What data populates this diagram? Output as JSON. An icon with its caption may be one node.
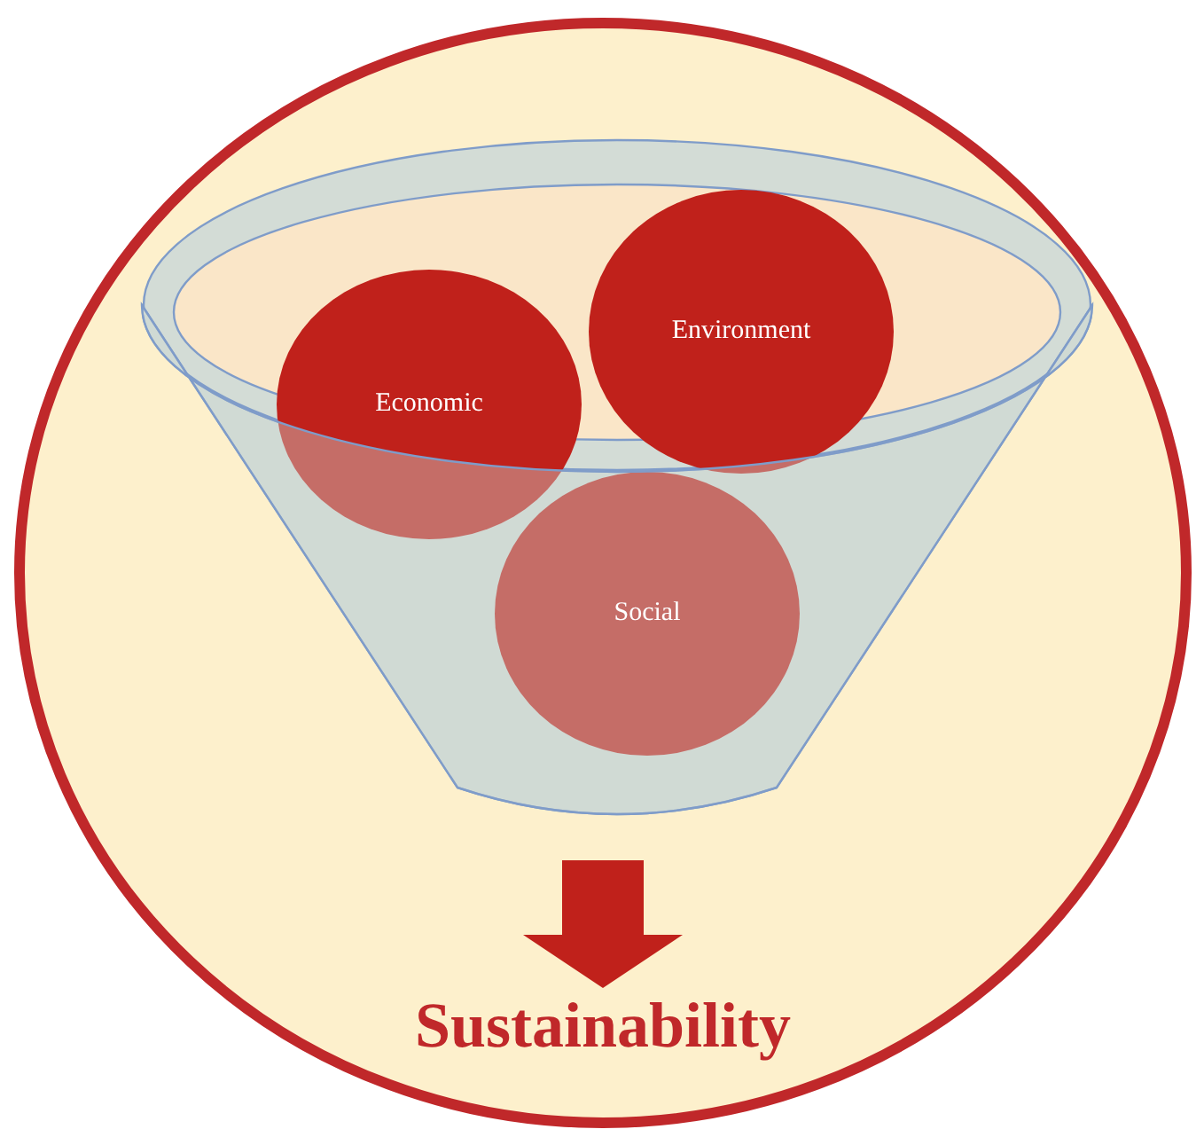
{
  "diagram": {
    "nodes": [
      {
        "text": [],
        "shape": "circle"
      },
      {
        "text": [],
        "shape": "funnel",
        "in": 0
      },
      {
        "text": [
          "Economic"
        ],
        "in": 0
      },
      {
        "text": [
          "Environment"
        ],
        "in": 0
      },
      {
        "text": [
          "Social"
        ],
        "in": 1
      },
      {
        "text": [
          "Sustainability"
        ],
        "in": 0
      }
    ],
    "edges": [
      {
        "from": 1,
        "to": 5,
        "arrow": "to",
        "style": "thick"
      }
    ]
  }
}
